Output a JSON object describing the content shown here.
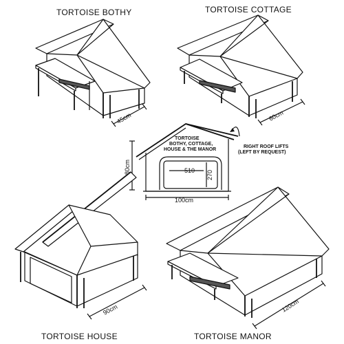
{
  "titles": {
    "bothy": "TORTOISE BOTHY",
    "cottage": "TORTOISE COTTAGE",
    "house": "TORTOISE HOUSE",
    "manor": "TORTOISE MANOR"
  },
  "dimensions": {
    "bothy_depth": "45cm",
    "cottage_depth": "60cm",
    "house_depth": "90cm",
    "manor_depth": "120cm",
    "front_height": "80cm",
    "front_width": "100cm",
    "door_width": "510",
    "door_height": "270"
  },
  "center_label": [
    "TORTOISE",
    "BOTHY, COTTAGE,",
    "HOUSE & THE MANOR"
  ],
  "roof_note": [
    "RIGHT ROOF LIFTS",
    "(LEFT BY REQUEST)"
  ]
}
